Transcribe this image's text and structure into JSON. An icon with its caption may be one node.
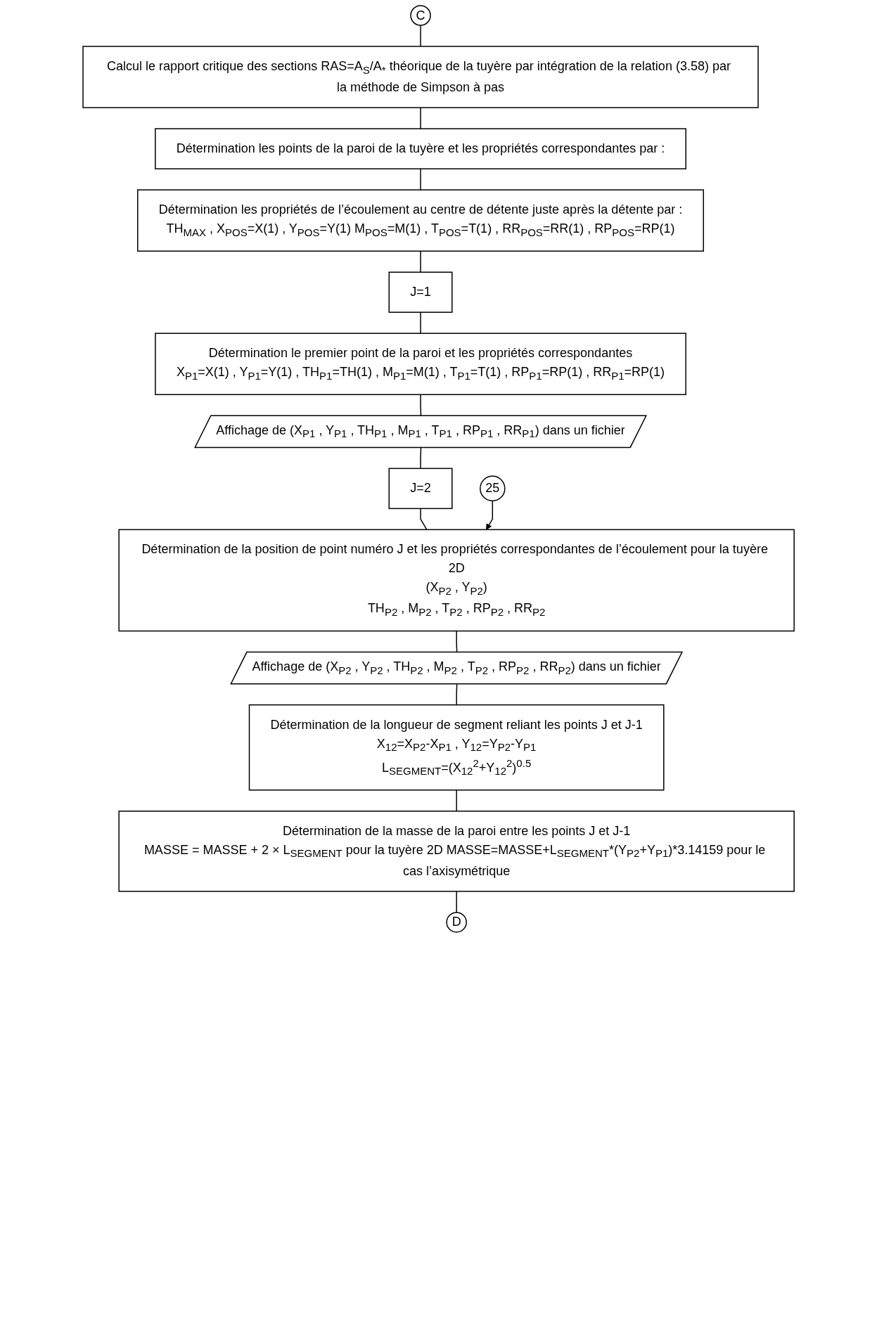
{
  "diagram": {
    "nodes": [
      {
        "text": [
          "C"
        ]
      },
      {
        "text": [
          "Calcul le rapport critique des sections RAS=A$_{S}$/A$_{*}$ théorique de la tuyère par intégration de la relation (3.58) par la méthode de Simpson à pas"
        ]
      },
      {
        "text": [
          "Détermination les points de la paroi de la tuyère et les propriétés correspondantes par :"
        ]
      },
      {
        "text": [
          "Détermination les propriétés de l’écoulement au centre de détente juste après la détente par :",
          "TH$_{MAX}$ , X$_{POS}$=X(1) , Y$_{POS}$=Y(1) M$_{POS}$=M(1) , T$_{POS}$=T(1) , RR$_{POS}$=RR(1) , RP$_{POS}$=RP(1)"
        ]
      },
      {
        "text": [
          "J=1"
        ]
      },
      {
        "text": [
          "Détermination le premier point de la paroi et les propriétés correspondantes",
          "X$_{P1}$=X(1) , Y$_{P1}$=Y(1) , TH$_{P1}$=TH(1) , M$_{P1}$=M(1) , T$_{P1}$=T(1) , RP$_{P1}$=RP(1) , RR$_{P1}$=RP(1)"
        ]
      },
      {
        "text": [
          "Affichage de (X$_{P1}$ , Y$_{P1}$ , TH$_{P1}$ , M$_{P1}$ , T$_{P1}$ , RP$_{P1}$ , RR$_{P1}$) dans un fichier"
        ]
      },
      {
        "text": [
          "J=2"
        ]
      },
      {
        "text": [
          "25"
        ]
      },
      {
        "text": [
          "Détermination de la position de point numéro J et les propriétés correspondantes de l’écoulement pour la tuyère 2D",
          "(X$_{P2}$ , Y$_{P2}$)",
          "TH$_{P2}$ , M$_{P2}$ , T$_{P2}$ , RP$_{P2}$ , RR$_{P2}$"
        ]
      },
      {
        "text": [
          "Affichage de (X$_{P2}$ , Y$_{P2}$ , TH$_{P2}$ , M$_{P2}$ , T$_{P2}$ , RP$_{P2}$ , RR$_{P2}$) dans un fichier"
        ]
      },
      {
        "text": [
          "Détermination de la longueur de segment reliant les points J et J-1",
          "X$_{12}$=X$_{P2}$-X$_{P1}$ , Y$_{12}$=Y$_{P2}$-Y$_{P1}$",
          "L$_{SEGMENT}$=(X$_{12}$$^{2}$+Y$_{12}$$^{2}$)$^{0.5}$"
        ]
      },
      {
        "text": [
          "Détermination de la masse de la paroi entre les points J et J-1",
          "MASSE = MASSE + 2 × L$_{SEGMENT}$ pour la tuyère 2D MASSE=MASSE+L$_{SEGMENT}$*(Y$_{P2}$+Y$_{P1}$)*3.14159 pour le cas l’axisymétrique"
        ]
      },
      {
        "text": [
          "D"
        ]
      }
    ],
    "edges": [
      {
        "from": 0,
        "to": 1,
        "arrow": "none"
      },
      {
        "from": 1,
        "to": 2,
        "arrow": "none"
      },
      {
        "from": 2,
        "to": 3,
        "arrow": "none"
      },
      {
        "from": 3,
        "to": 4,
        "arrow": "none"
      },
      {
        "from": 4,
        "to": 5,
        "arrow": "none"
      },
      {
        "from": 5,
        "to": 6,
        "arrow": "none"
      },
      {
        "from": 6,
        "to": 7,
        "arrow": "none"
      },
      {
        "from": 7,
        "to": 9,
        "arrow": "none"
      },
      {
        "from": 8,
        "to": 9,
        "arrow": "to"
      },
      {
        "from": 9,
        "to": 10,
        "arrow": "none"
      },
      {
        "from": 10,
        "to": 11,
        "arrow": "none"
      },
      {
        "from": 11,
        "to": 12,
        "arrow": "none"
      },
      {
        "from": 12,
        "to": 13,
        "arrow": "none"
      }
    ]
  }
}
